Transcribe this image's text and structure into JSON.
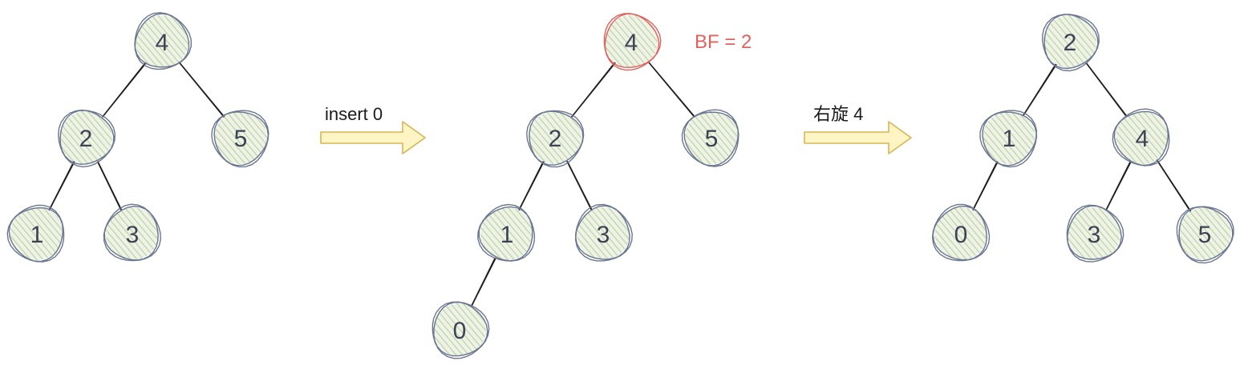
{
  "colors": {
    "node_fill": "#d5e4c6",
    "node_stroke": "#6b7691",
    "highlight_stroke": "#e0625f",
    "edge": "#1e1e1e",
    "arrow_stroke": "#d6b656",
    "arrow_fill": "#fff4c3",
    "text": "#3f4254"
  },
  "trees": [
    {
      "id": "before",
      "nodes": [
        {
          "id": "n4",
          "label": "4"
        },
        {
          "id": "n2",
          "label": "2"
        },
        {
          "id": "n5",
          "label": "5"
        },
        {
          "id": "n1",
          "label": "1"
        },
        {
          "id": "n3",
          "label": "3"
        }
      ],
      "edges": [
        [
          "n4",
          "n2"
        ],
        [
          "n4",
          "n5"
        ],
        [
          "n2",
          "n1"
        ],
        [
          "n2",
          "n3"
        ]
      ]
    },
    {
      "id": "after-insert",
      "nodes": [
        {
          "id": "n4",
          "label": "4",
          "highlight": true
        },
        {
          "id": "n2",
          "label": "2"
        },
        {
          "id": "n5",
          "label": "5"
        },
        {
          "id": "n1",
          "label": "1"
        },
        {
          "id": "n3",
          "label": "3"
        },
        {
          "id": "n0",
          "label": "0"
        }
      ],
      "edges": [
        [
          "n4",
          "n2"
        ],
        [
          "n4",
          "n5"
        ],
        [
          "n2",
          "n1"
        ],
        [
          "n2",
          "n3"
        ],
        [
          "n1",
          "n0"
        ]
      ]
    },
    {
      "id": "after-rotate",
      "nodes": [
        {
          "id": "n2",
          "label": "2"
        },
        {
          "id": "n1",
          "label": "1"
        },
        {
          "id": "n4",
          "label": "4"
        },
        {
          "id": "n0",
          "label": "0"
        },
        {
          "id": "n3",
          "label": "3"
        },
        {
          "id": "n5",
          "label": "5"
        }
      ],
      "edges": [
        [
          "n2",
          "n1"
        ],
        [
          "n2",
          "n4"
        ],
        [
          "n1",
          "n0"
        ],
        [
          "n4",
          "n3"
        ],
        [
          "n4",
          "n5"
        ]
      ]
    }
  ],
  "annotations": {
    "balance_factor": "BF = 2"
  },
  "arrows": [
    {
      "id": "insert",
      "label": "insert 0"
    },
    {
      "id": "rotate",
      "label": "右旋 4"
    }
  ]
}
